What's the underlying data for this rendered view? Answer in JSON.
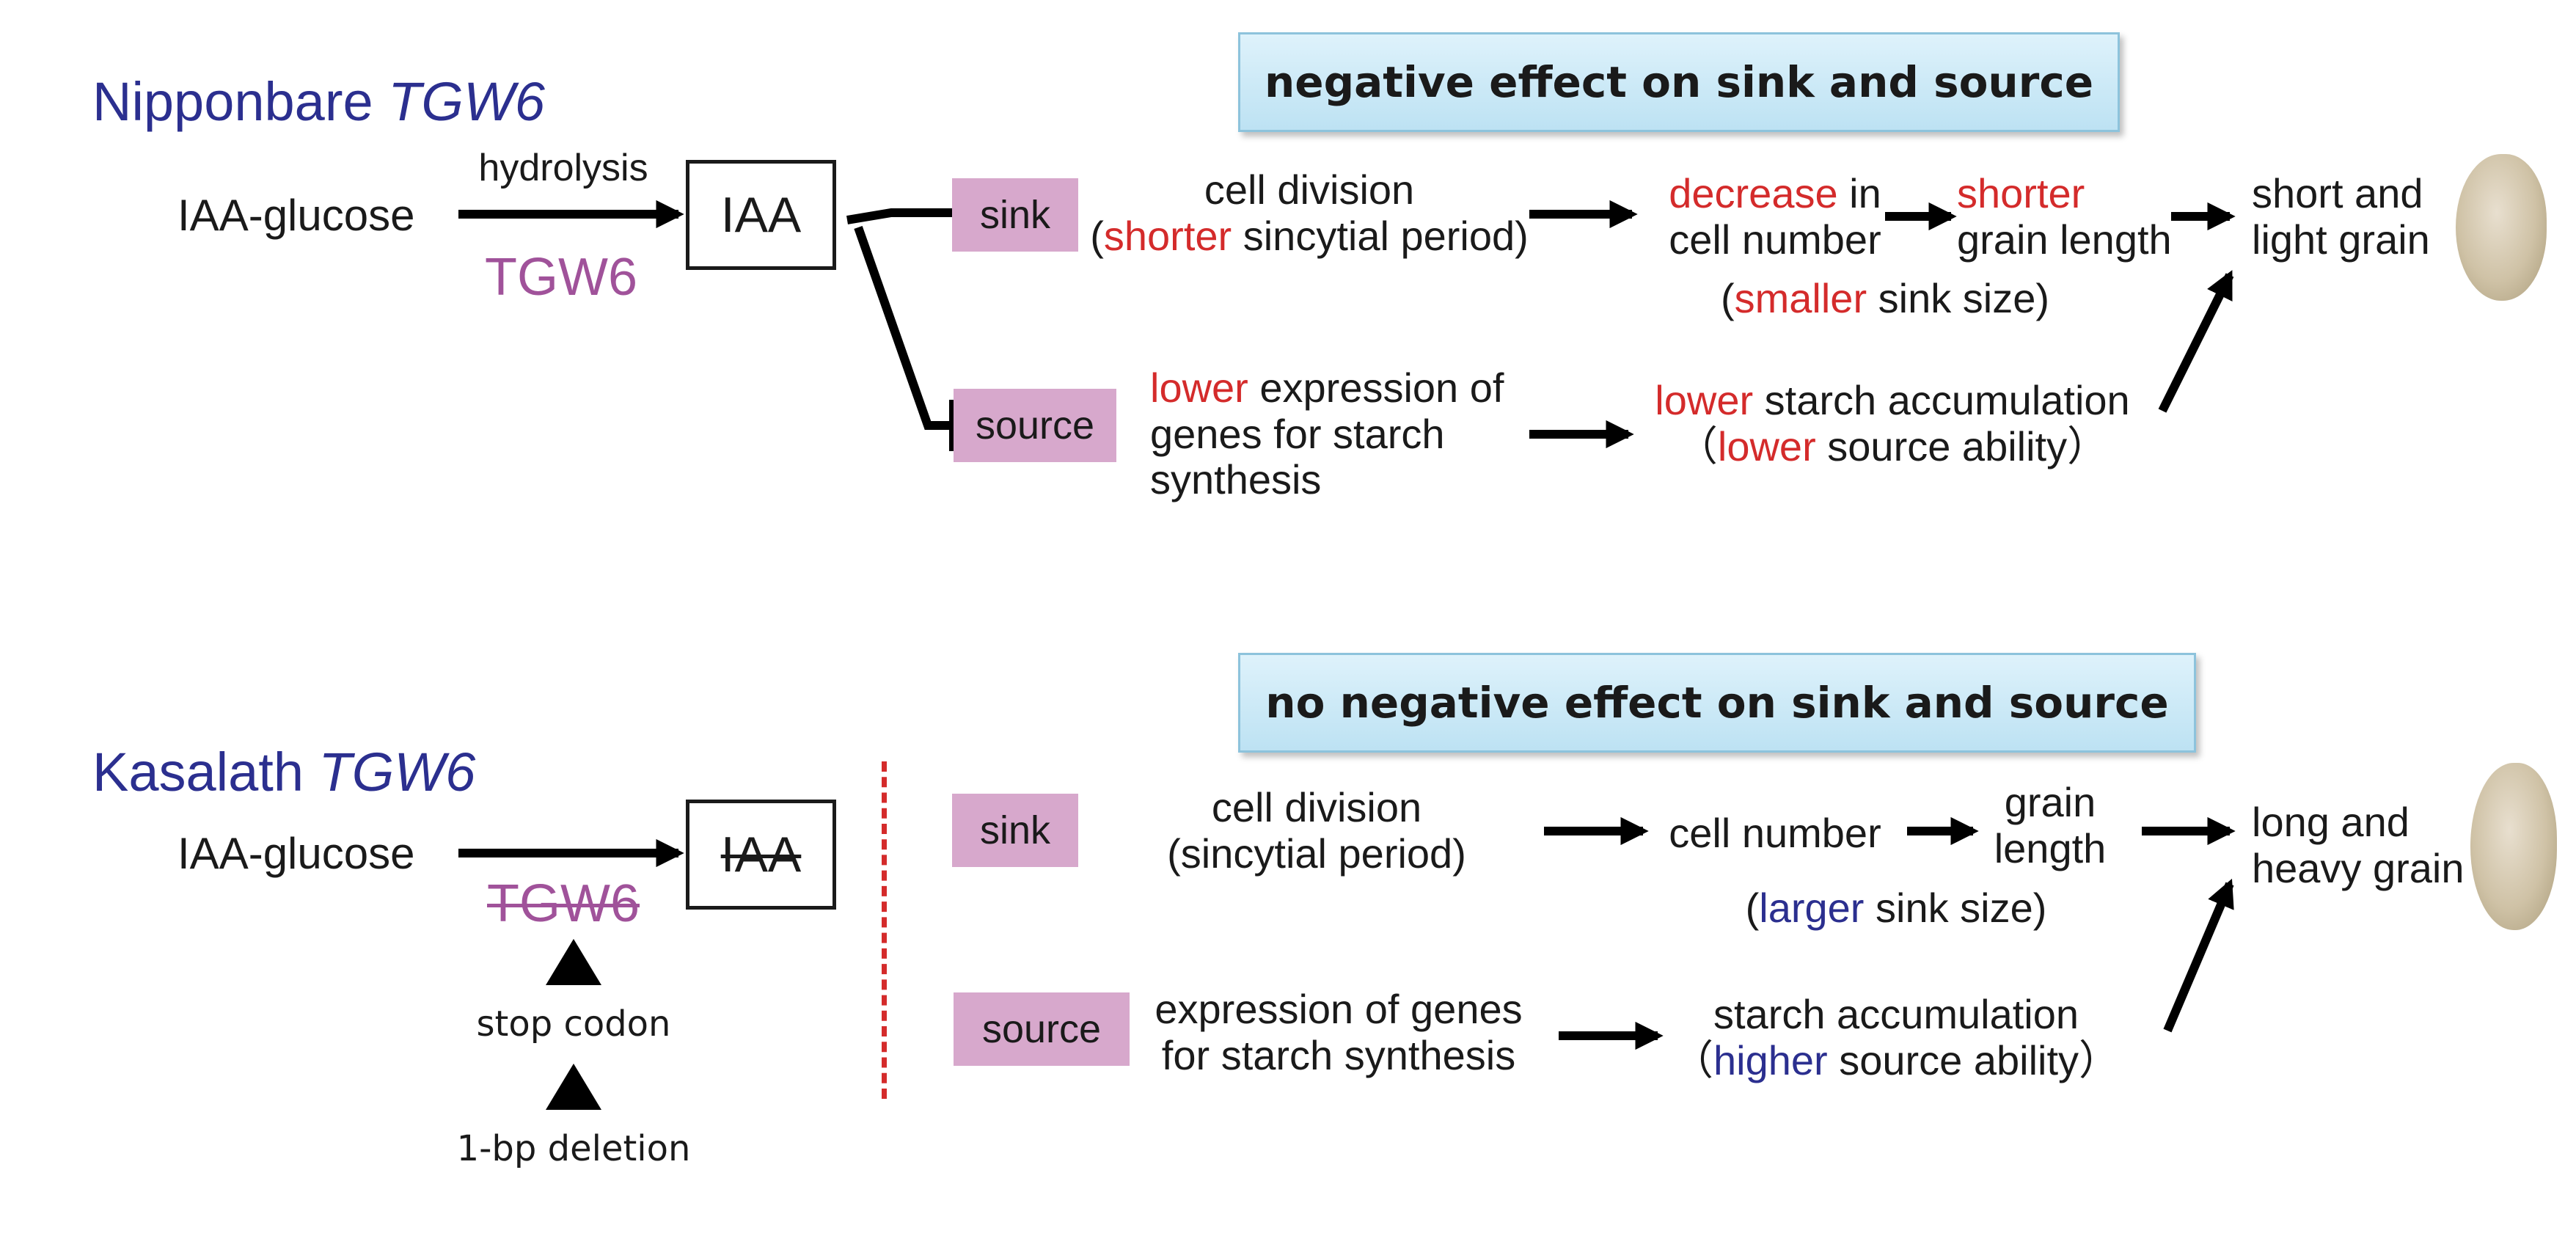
{
  "top": {
    "title_name": "Nipponbare",
    "title_gene": "TGW6",
    "substrate": "IAA-glucose",
    "reaction": "hydrolysis",
    "enzyme": "TGW6",
    "product": "IAA",
    "banner": "negative effect on sink and source",
    "sink_label": "sink",
    "source_label": "source",
    "sink_step1_line1": "cell division",
    "sink_step1_paren_open": "(",
    "sink_step1_hl": "shorter",
    "sink_step1_rest": " sincytial period)",
    "sink_step2_hl": "decrease",
    "sink_step2_rest": " in",
    "sink_step2_line2": "cell number",
    "sink_step3_hl": "shorter",
    "sink_step3_line2": "grain length",
    "sink_note_open": "(",
    "sink_note_hl": "smaller",
    "sink_note_rest": " sink size)",
    "source_step1_hl": "lower",
    "source_step1_rest": " expression of",
    "source_step1_line2": "genes for starch",
    "source_step1_line3": "synthesis",
    "source_step2_hl": "lower",
    "source_step2_rest": " starch accumulation",
    "source_step2_open": "（",
    "source_step2_hl2": "lower",
    "source_step2_rest2": " source ability）",
    "outcome_line1": "short and",
    "outcome_line2": "light grain"
  },
  "bottom": {
    "title_name": "Kasalath",
    "title_gene": "TGW6",
    "substrate": "IAA-glucose",
    "enzyme": "TGW6",
    "product": "IAA",
    "mutation1": "stop codon",
    "mutation2": "1-bp deletion",
    "banner": "no negative effect on sink and source",
    "sink_label": "sink",
    "source_label": "source",
    "sink_step1_line1": "cell division",
    "sink_step1_line2": "(sincytial period)",
    "sink_step2": "cell number",
    "sink_step3_line1": "grain",
    "sink_step3_line2": "length",
    "sink_note_open": "(",
    "sink_note_hl": "larger",
    "sink_note_rest": " sink size)",
    "source_step1_line1": "expression of genes",
    "source_step1_line2": "for starch synthesis",
    "source_step2_line1": "starch accumulation",
    "source_step2_open": "（",
    "source_step2_hl": "higher",
    "source_step2_rest": " source ability）",
    "outcome_line1": "long and",
    "outcome_line2": "heavy grain"
  },
  "colors": {
    "title": "#2b2f8f",
    "enzyme": "#a0529a",
    "highlight_negative": "#d42b2b",
    "highlight_positive": "#2b2f8f",
    "label_fill": "#d7a8cc",
    "banner_fill": "#cdeaf6"
  }
}
